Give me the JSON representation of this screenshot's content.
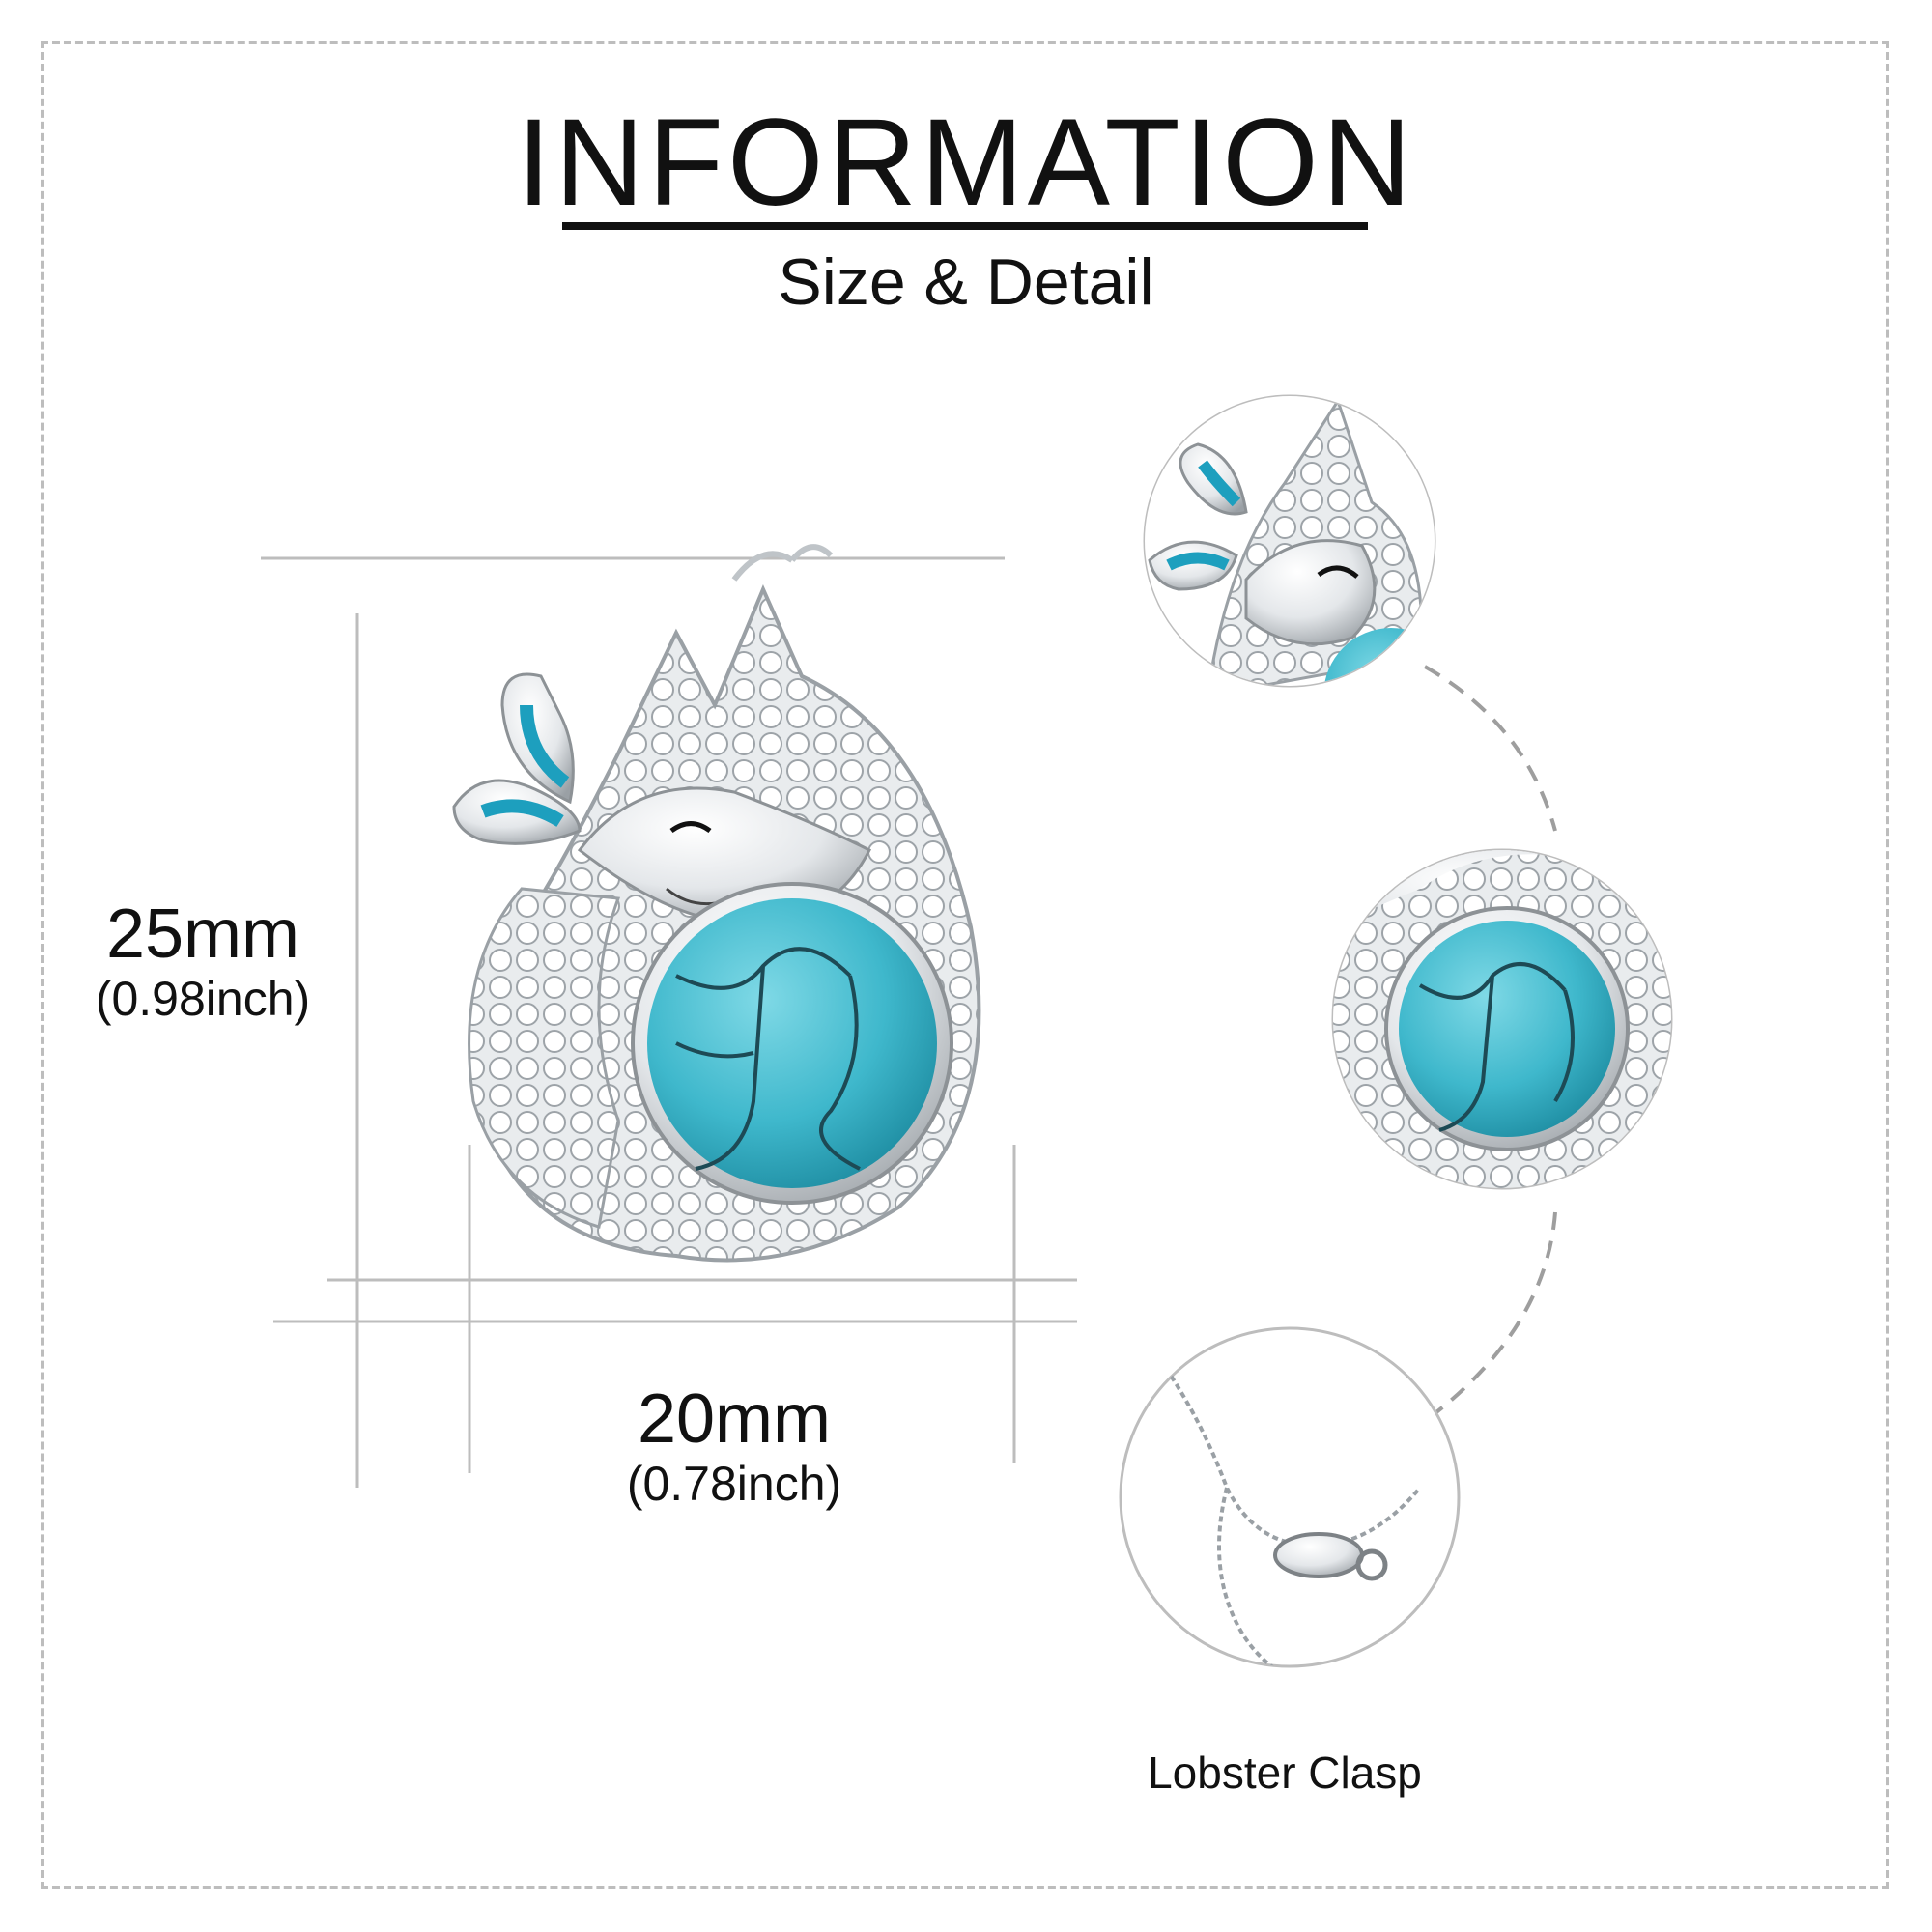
{
  "header": {
    "title": "INFORMATION",
    "subtitle": "Size & Detail"
  },
  "dimensions": {
    "height": {
      "mm": "25mm",
      "inch": "(0.98inch)"
    },
    "width": {
      "mm": "20mm",
      "inch": "(0.78inch)"
    }
  },
  "details": {
    "clasp_label": "Lobster Clasp"
  },
  "colors": {
    "turquoise": "#3fb8cc",
    "turquoise_dark": "#1f8ea3",
    "silver": "#d8dcdf",
    "silver_dark": "#8d9296",
    "guide_line": "#bdbdbd",
    "frame_border": "#bdbdbd",
    "enamel_blue": "#1d9fbe"
  }
}
